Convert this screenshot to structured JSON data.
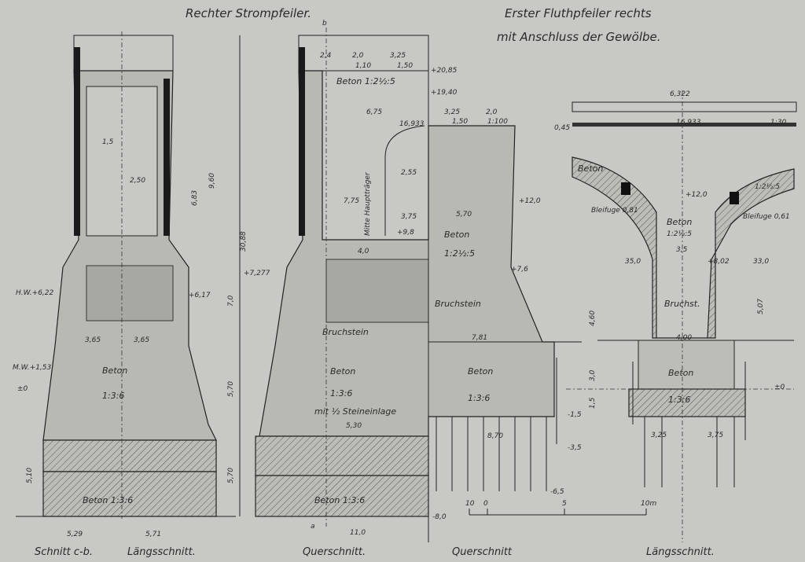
{
  "titles": {
    "left": "Rechter Strompfeiler.",
    "right_line1": "Erster Fluthpfeiler rechts",
    "right_line2": "mit Anschluss der Gewölbe."
  },
  "captions": {
    "schnitt": "Schnitt c-b.",
    "laengs1": "Längsschnitt.",
    "quer1": "Querschnitt.",
    "quer2": "Querschnitt",
    "laengs2": "Längsschnitt."
  },
  "pier1": {
    "beton": "Beton",
    "beton_mix": "1:3:6",
    "beton_base": "Beton 1:3:6",
    "hw": "H.W.+6,22",
    "mw": "M.W.+1,53",
    "zero": "±0",
    "level_7277": "+7,277",
    "level_617": "+6,17",
    "dim_960": "9,60",
    "dim_3088": "30,88",
    "dim_70": "7,0",
    "dim_570a": "5,70",
    "dim_570b": "5,70",
    "dim_510": "5,10",
    "dim_683": "6,83",
    "dim_250": "2,50",
    "dim_15": "1,5",
    "dim_365a": "3,65",
    "dim_365b": "3,65",
    "dim_529": "5,29",
    "dim_571": "5,71"
  },
  "pier2": {
    "section_mark": "b",
    "section_mark_bottom": "a",
    "dim_24": "2,4",
    "dim_20": "2,0",
    "dim_325": "3,25",
    "dim_110": "1,10",
    "dim_150": "1,50",
    "level_2085": "+20,85",
    "beton_top": "Beton 1:2½:5",
    "level_1940": "+19,40",
    "dim_675": "6,75",
    "dim_325b": "3,25",
    "dim_20b": "2,0",
    "dim_16933": "16,933",
    "dim_150b": "1,50",
    "ratio_100": "1:100",
    "mitte": "Mitte Hauptträger",
    "dim_255": "2,55",
    "dim_775": "7,75",
    "dim_375": "3,75",
    "dim_570": "5,70",
    "level_120": "+12,0",
    "level_98": "+9,8",
    "beton_mid": "Beton",
    "beton_mid_mix": "1:2½:5",
    "dim_40": "4,0",
    "level_76": "+7,6",
    "bruchstein1": "Bruchstein",
    "bruchstein2": "Bruchstein",
    "dim_460": "4,60",
    "dim_781": "7,81",
    "beton_low1": "Beton",
    "beton_low_mix1": "1:3:6",
    "steineinlage": "mit ½ Steineinlage",
    "dim_530": "5,30",
    "beton_low2": "Beton",
    "beton_low_mix2": "1:3:6",
    "dim_30": "3,0",
    "dim_15": "1,5",
    "level_m15": "-1,5",
    "dim_870": "8,70",
    "level_m35": "-3,5",
    "level_m65": "-6,5",
    "level_m80": "-8,0",
    "beton_base": "Beton 1:3:6",
    "dim_110w": "11,0"
  },
  "scale": {
    "t10": "10",
    "t0": "0",
    "t5": "5",
    "t10m": "10m"
  },
  "pier3": {
    "dim_6322": "6,322",
    "dim_045": "0,45",
    "dim_16933": "16,933",
    "ratio_30": "1:30",
    "beton_arch": "Beton",
    "beton_arch_r": "1:2½:5",
    "bleifuge_l": "Bleifuge 0,81",
    "bleifuge_r": "Bleifuge 0,61",
    "level_120": "+12,0",
    "beton_core": "Beton",
    "beton_core_mix": "1:2½:5",
    "dim_35": "3,5",
    "dim_350": "35,0",
    "level_802": "+8,02",
    "dim_330": "33,0",
    "dim_507": "5,07",
    "bruchst": "Bruchst.",
    "dim_400": "4,00",
    "beton_base": "Beton",
    "beton_base_mix": "1:3:6",
    "dim_325": "3,25",
    "dim_375": "3,75",
    "zero": "±0"
  }
}
